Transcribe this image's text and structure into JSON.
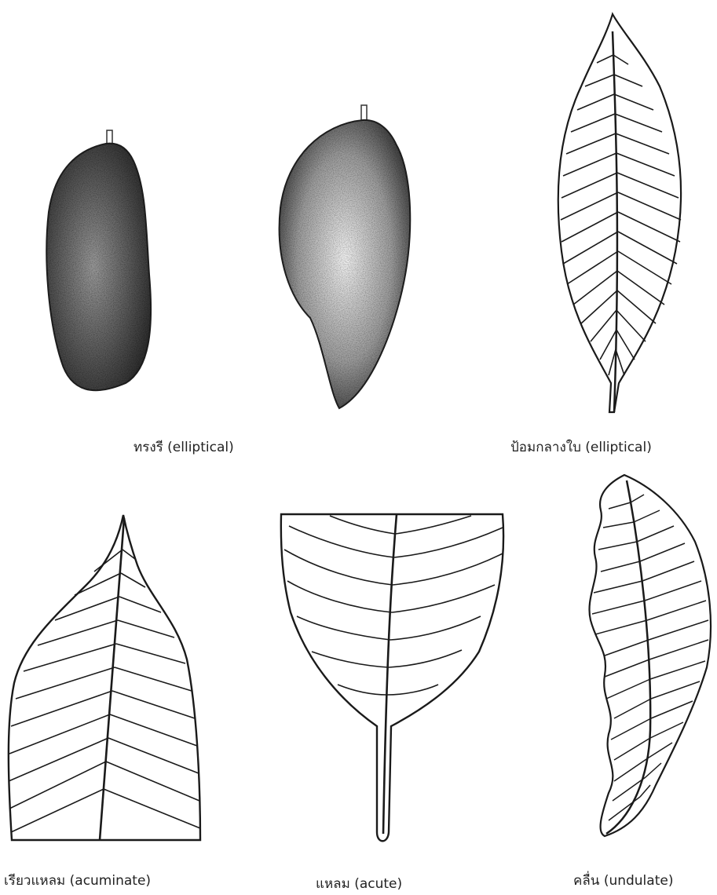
{
  "captions": {
    "fruit_elliptical": "ทรงรี (elliptical)",
    "leaf_elliptical": "ป้อมกลางใบ (elliptical)",
    "acuminate": "เรียวแหลม (acuminate)",
    "acute": "แหลม (acute)",
    "undulate": "คลื่น (undulate)"
  },
  "colors": {
    "ink": "#1a1a1a",
    "fruit_dark": "#3a3a3a",
    "fruit_light": "#d8d8d8",
    "background": "#ffffff"
  }
}
